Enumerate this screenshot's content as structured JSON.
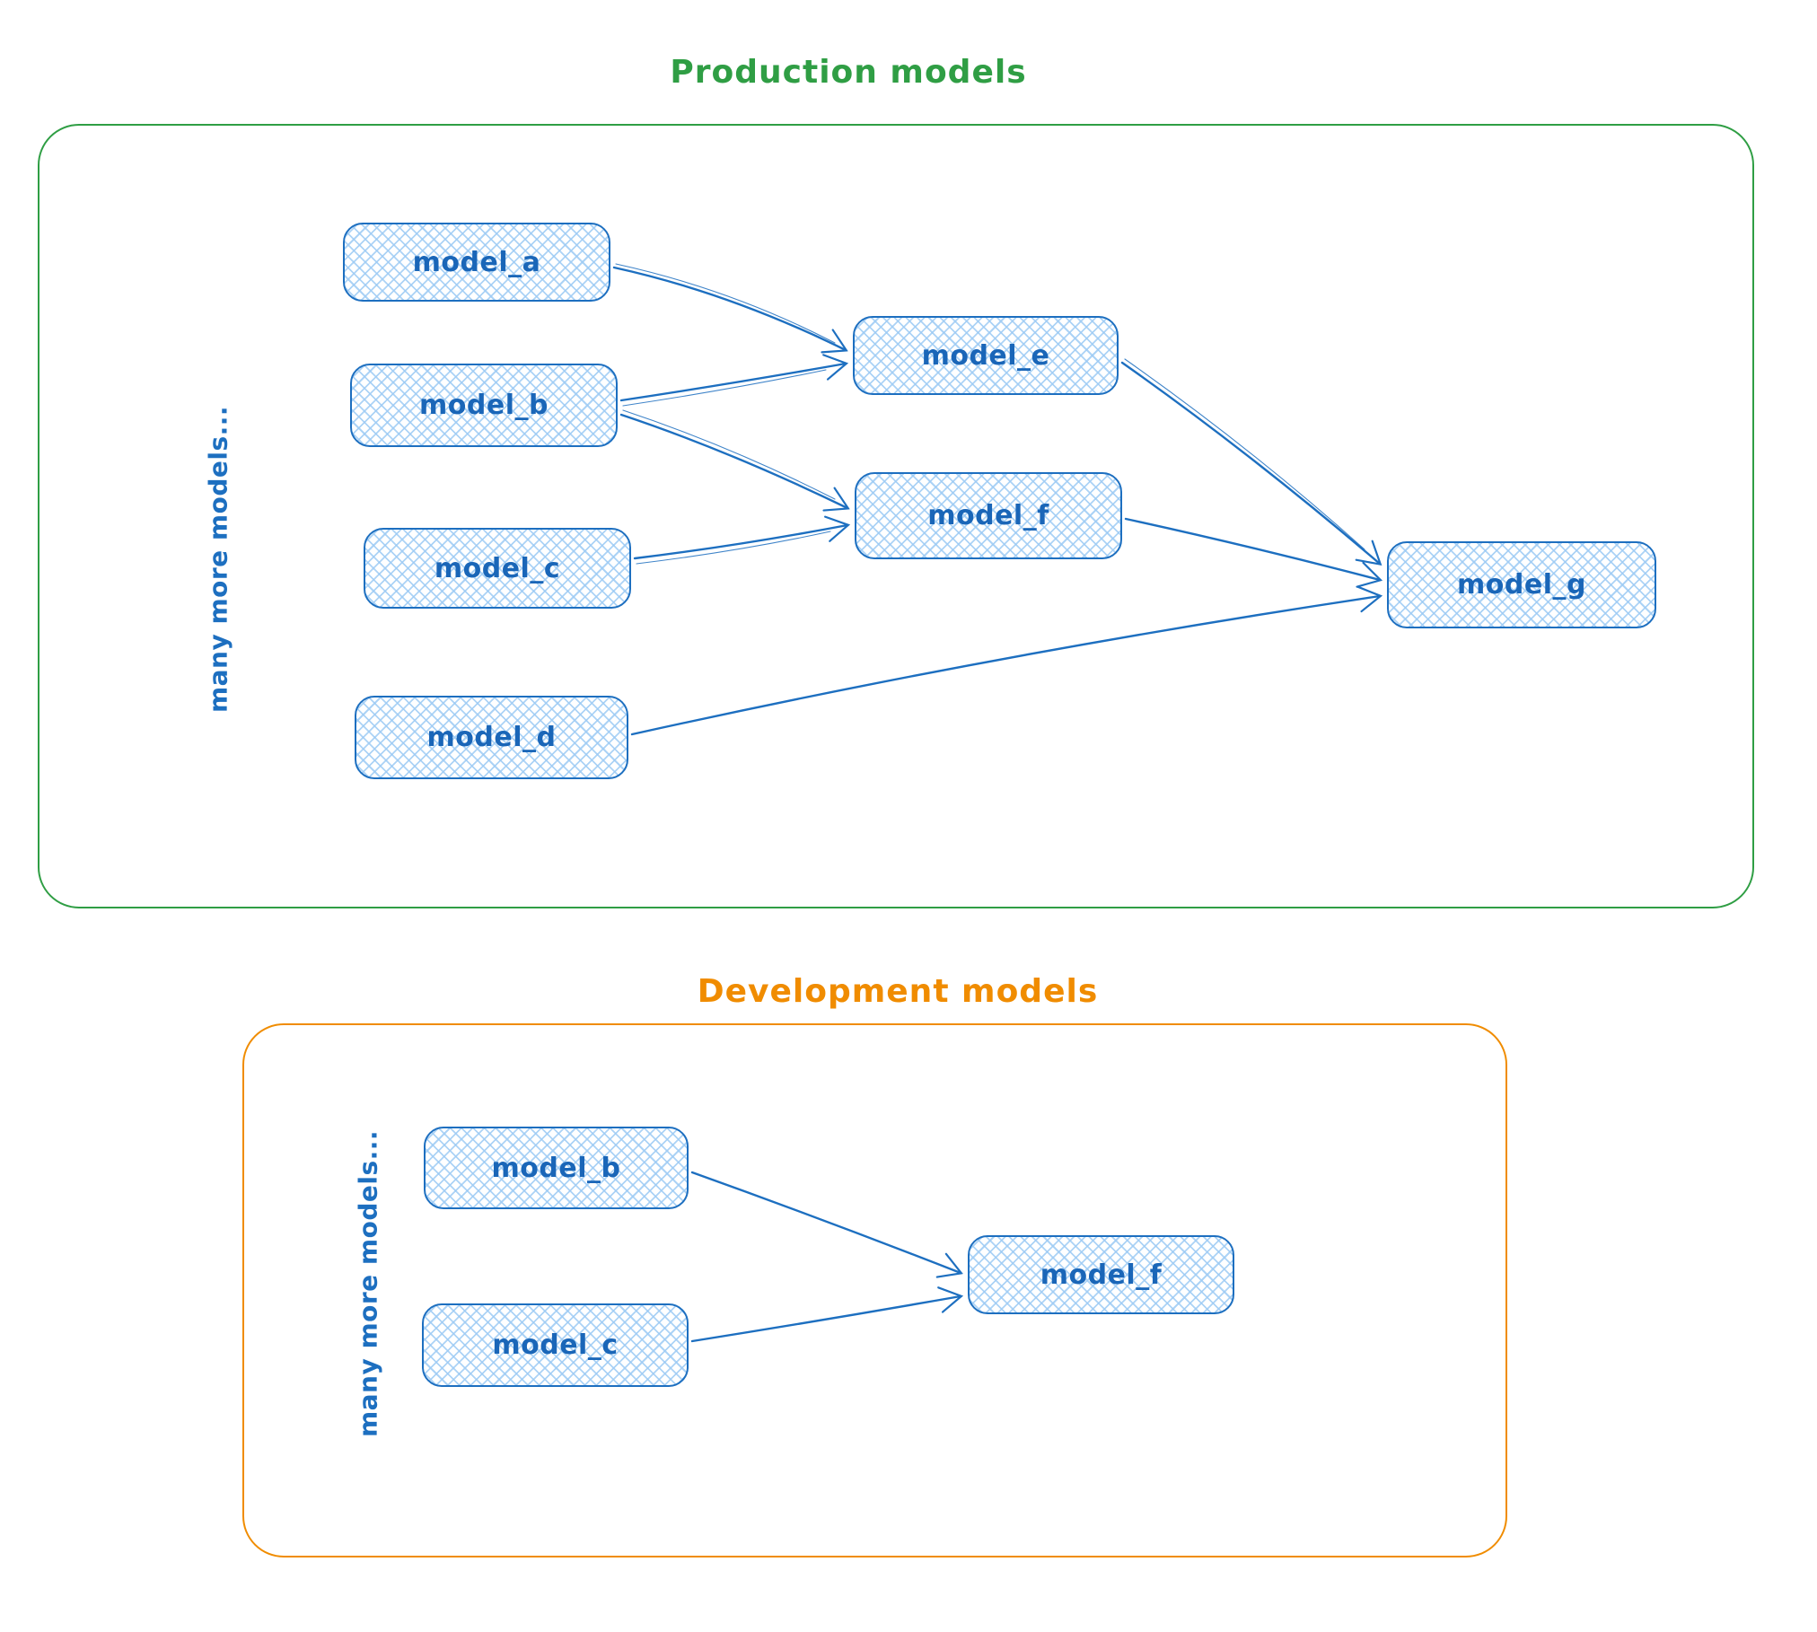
{
  "diagram": {
    "node_stroke_color": "#1d6fc0",
    "node_fill_hatch_color": "#a5d8ff",
    "production": {
      "title": "Production models",
      "accent_color": "#2f9e44",
      "side_label": "many more models...",
      "nodes": {
        "model_a": "model_a",
        "model_b": "model_b",
        "model_c": "model_c",
        "model_d": "model_d",
        "model_e": "model_e",
        "model_f": "model_f",
        "model_g": "model_g"
      },
      "edges": [
        {
          "from": "model_a",
          "to": "model_e"
        },
        {
          "from": "model_b",
          "to": "model_e"
        },
        {
          "from": "model_b",
          "to": "model_f"
        },
        {
          "from": "model_c",
          "to": "model_f"
        },
        {
          "from": "model_e",
          "to": "model_g"
        },
        {
          "from": "model_f",
          "to": "model_g"
        },
        {
          "from": "model_d",
          "to": "model_g"
        }
      ]
    },
    "development": {
      "title": "Development models",
      "accent_color": "#f08c00",
      "side_label": "many more models...",
      "nodes": {
        "model_b": "model_b",
        "model_c": "model_c",
        "model_f": "model_f"
      },
      "edges": [
        {
          "from": "model_b",
          "to": "model_f"
        },
        {
          "from": "model_c",
          "to": "model_f"
        }
      ]
    }
  }
}
